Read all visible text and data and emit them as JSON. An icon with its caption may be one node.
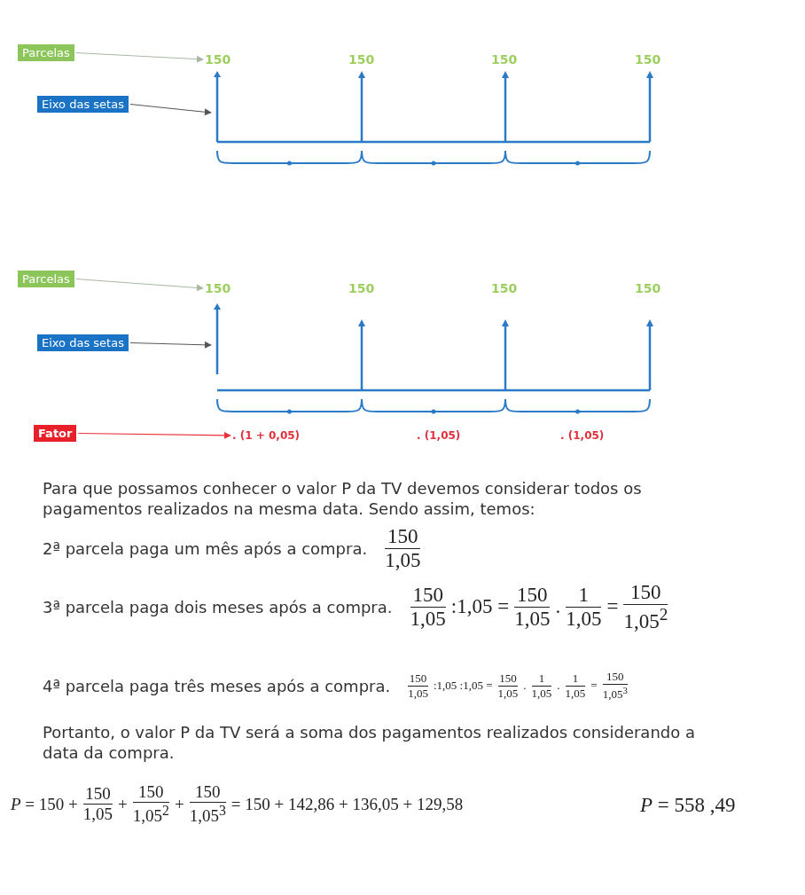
{
  "diagram": {
    "nodes": [
      {
        "text": [
          "Parcelas"
        ]
      },
      {
        "text": [
          "Eixo das setas"
        ]
      },
      {
        "text": [
          "150"
        ]
      },
      {
        "text": [],
        "shape": "arrow"
      },
      {
        "text": [
          "Parcelas"
        ]
      },
      {
        "text": [
          "Eixo das setas"
        ]
      },
      {
        "text": [
          "150"
        ]
      },
      {
        "text": [],
        "shape": "arrow"
      },
      {
        "text": [
          "Fator"
        ]
      },
      {
        "text": [
          ". (1 + 0,05)"
        ]
      }
    ],
    "edges": [
      {
        "from": 0,
        "to": 2,
        "arrow": "to",
        "color": "#a9b8a2"
      },
      {
        "from": 1,
        "to": 3,
        "arrow": "to",
        "color": "#555555"
      },
      {
        "from": 4,
        "to": 6,
        "arrow": "to",
        "color": "#a9b8a2"
      },
      {
        "from": 5,
        "to": 7,
        "arrow": "to",
        "color": "#555555"
      },
      {
        "from": 8,
        "to": 9,
        "arrow": "to",
        "color": "#e8303a"
      }
    ],
    "labels": [
      "150",
      "150",
      "150",
      "150",
      "150",
      "150",
      ". (1,05)",
      ". (1,05)",
      "Para que possamos conhecer o valor P da TV devemos considerar todos os pagamentos realizados na mesma data. Sendo assim, temos:",
      "2ª parcela paga um mês após a compra.",
      "150",
      "1,05",
      "3ª parcela paga dois meses após a compra.",
      "150",
      "1,05",
      ":1,05 =",
      "150",
      "1,05",
      ".",
      "1",
      "1,05",
      "=",
      "150",
      "1,05$^{2}$",
      "4ª parcela paga três meses após a compra.",
      "150",
      "1,05",
      ":1,05 :1,05 =",
      "150",
      "1,05",
      ".",
      "1",
      "1,05",
      ".",
      "1",
      "1,05",
      "=",
      "150",
      "1,05$^{3}$",
      "Portanto, o valor P da TV será a soma dos pagamentos realizados considerando a data da compra.",
      "*P* = 150 +",
      "150",
      "1,05",
      "+",
      "150",
      "1,05$^{2}$",
      "+",
      "150",
      "1,05$^{3}$",
      "= 150 + 142,86 + 136,05 + 129,58",
      "*P* =  558 ,49"
    ]
  }
}
